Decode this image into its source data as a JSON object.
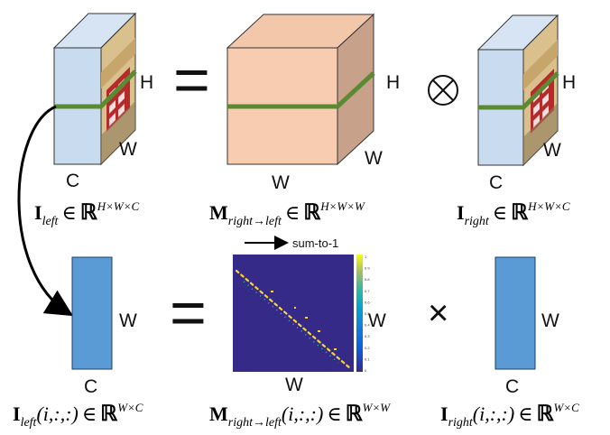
{
  "colors": {
    "face_front": "#c9dbef",
    "face_side": "#bcd3ea",
    "face_top": "#d6e4f3",
    "matrix_front": "#f8ccb0",
    "matrix_side": "#c8a18b",
    "matrix_top": "#f3c7aa",
    "green_line": "#5a8a32",
    "feature_blue": "#5b9bd5",
    "heatmap_bg": "#352a87",
    "heatmap_diag": "#f6d43a",
    "arrow": "#000000"
  },
  "top_row": {
    "left_cube": {
      "h_label": "H",
      "w_label": "W",
      "c_label": "C"
    },
    "equals": "=",
    "matrix_cube": {
      "h_label": "H",
      "w_label": "W",
      "w_label_bottom": "W"
    },
    "otimes": "⊗",
    "right_cube": {
      "h_label": "H",
      "w_label": "W",
      "c_label": "C"
    }
  },
  "formulas": {
    "i_left": {
      "base": "I",
      "sub": "left",
      "in": "∈",
      "set": "ℝ",
      "sup": "H×W×C"
    },
    "m": {
      "base": "M",
      "sub": "right→left",
      "in": "∈",
      "set": "ℝ",
      "sup": "H×W×W"
    },
    "i_right": {
      "base": "I",
      "sub": "right",
      "in": "∈",
      "set": "ℝ",
      "sup": "H×W×C"
    },
    "i_left_slice": {
      "base": "I",
      "sub": "left",
      "args": "(i,:,:)",
      "in": "∈",
      "set": "ℝ",
      "sup": "W×C"
    },
    "m_slice": {
      "base": "M",
      "sub": "right→left",
      "args": "(i,:,:)",
      "in": "∈",
      "set": "ℝ",
      "sup": "W×W"
    },
    "i_right_slice": {
      "base": "I",
      "sub": "right",
      "args": "(i,:,:)",
      "in": "∈",
      "set": "ℝ",
      "sup": "W×C"
    }
  },
  "bottom_row": {
    "left_bar": {
      "w_label": "W",
      "c_label": "C"
    },
    "equals": "=",
    "heatmap": {
      "arrow_label": "sum-to-1",
      "w_label_right": "W",
      "w_label_bottom": "W"
    },
    "times": "×",
    "right_bar": {
      "w_label": "W",
      "c_label": "C"
    }
  },
  "colorbar_ticks": [
    "1",
    "0.9",
    "0.8",
    "0.7",
    "0.6",
    "0.5",
    "0.4",
    "0.3",
    "0.2",
    "0.1",
    "0"
  ]
}
